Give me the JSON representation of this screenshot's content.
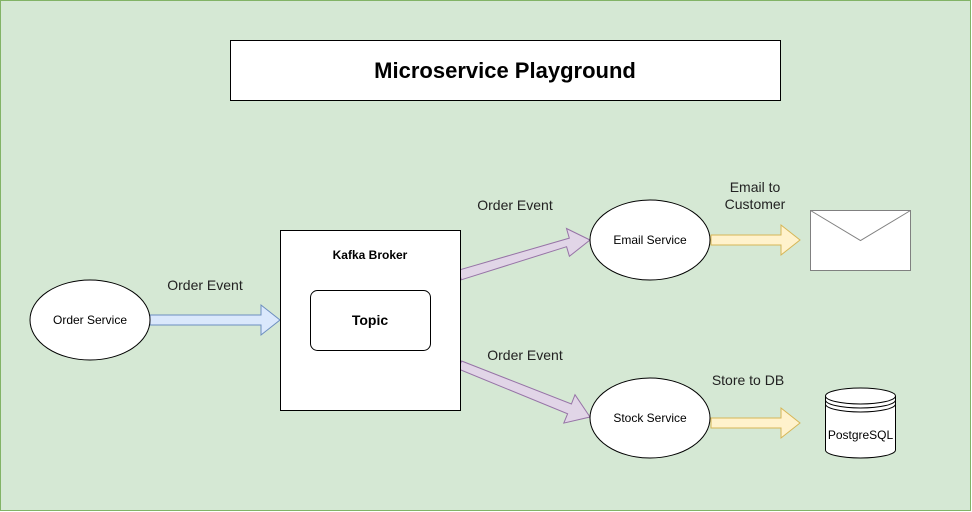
{
  "diagram": {
    "title": "Microservice Playground",
    "nodes": {
      "order_service": "Order Service",
      "kafka_broker": "Kafka Broker",
      "topic": "Topic",
      "email_service": "Email Service",
      "stock_service": "Stock Service",
      "email_icon": "envelope-icon",
      "database": "PostgreSQL",
      "database_icon": "database-cylinder-icon"
    },
    "edges": {
      "order_to_kafka": "Order Event",
      "kafka_to_email": "Order Event",
      "kafka_to_stock": "Order Event",
      "email_to_customer_line1": "Email to",
      "email_to_customer_line2": "Customer",
      "stock_to_db": "Store to DB"
    },
    "colors": {
      "background": "#d5e8d4",
      "border": "#82b366",
      "blue_arrow_fill": "#dae8fc",
      "blue_arrow_stroke": "#6c8ebf",
      "purple_arrow_fill": "#e1d5e7",
      "purple_arrow_stroke": "#9673a6",
      "yellow_arrow_fill": "#fff2cc",
      "yellow_arrow_stroke": "#d6b656"
    }
  }
}
